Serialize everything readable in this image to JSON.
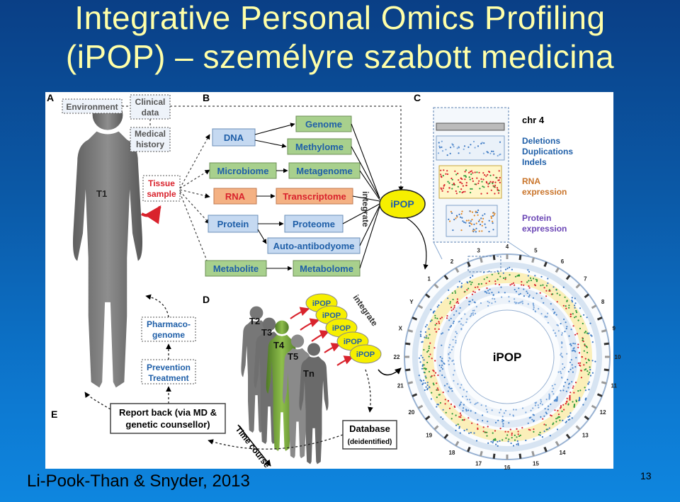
{
  "slide": {
    "title_line1": "Integrative Personal Omics Profiling",
    "title_line2": "(iPOP) – személyre szabott medicina",
    "citation": "Li-Pook-Than & Snyder, 2013",
    "page_number": "13"
  },
  "colors": {
    "slide_top": "#0a3f86",
    "slide_bottom": "#0e86df",
    "title_text": "#ffffa8",
    "green_box": "#a8d08d",
    "pink_box": "#f4b183",
    "blue_box": "#c5d9f1",
    "ipop_yellow": "#f6ef00",
    "accent_blue": "#1f5fa8",
    "accent_red": "#d9232d"
  },
  "figure": {
    "panels": {
      "a": "A",
      "b": "B",
      "c": "C",
      "d": "D",
      "e": "E"
    },
    "panel_a": {
      "environment": "Environment",
      "clinical_line1": "Clinical",
      "clinical_line2": "data",
      "medical_line1": "Medical",
      "medical_line2": "history",
      "tissue_line1": "Tissue",
      "tissue_line2": "sample",
      "t1": "T1"
    },
    "panel_b": {
      "dna": "DNA",
      "genome": "Genome",
      "methylome": "Methylome",
      "microbiome": "Microbiome",
      "metagenome": "Metagenome",
      "rna": "RNA",
      "transcriptome": "Transcriptome",
      "protein": "Protein",
      "proteome": "Proteome",
      "autoantibodyome": "Auto-antibodyome",
      "metabolite": "Metabolite",
      "metabolome": "Metabolome",
      "integrate": "integrate",
      "ipop": "iPOP"
    },
    "panel_c": {
      "chr": "chr 4",
      "deletions": "Deletions",
      "duplications": "Duplications",
      "indels": "Indels",
      "rna_line1": "RNA",
      "rna_line2": "expression",
      "protein_line1": "Protein",
      "protein_line2": "expression",
      "center": "iPOP",
      "chromosomes": [
        "1",
        "2",
        "3",
        "4",
        "5",
        "6",
        "7",
        "8",
        "9",
        "10",
        "11",
        "12",
        "13",
        "14",
        "15",
        "16",
        "17",
        "18",
        "19",
        "20",
        "21",
        "22",
        "X",
        "Y"
      ]
    },
    "panel_d": {
      "timepoints": [
        "T2",
        "T3",
        "T4",
        "T5",
        "Tn"
      ],
      "ipop_stack": [
        "iPOP",
        "iPOP",
        "iPOP",
        "iPOP",
        "iPOP"
      ],
      "integrate": "integrate",
      "pharmaco_line1": "Pharmaco-",
      "pharmaco_line2": "genome",
      "prevention": "Prevention",
      "treatment": "Treatment",
      "database": "Database",
      "deidentified": "(deidentified)",
      "time_course": "Time course"
    },
    "panel_e": {
      "report_line1": "Report back (via MD &",
      "report_line2": "genetic counsellor)"
    }
  }
}
